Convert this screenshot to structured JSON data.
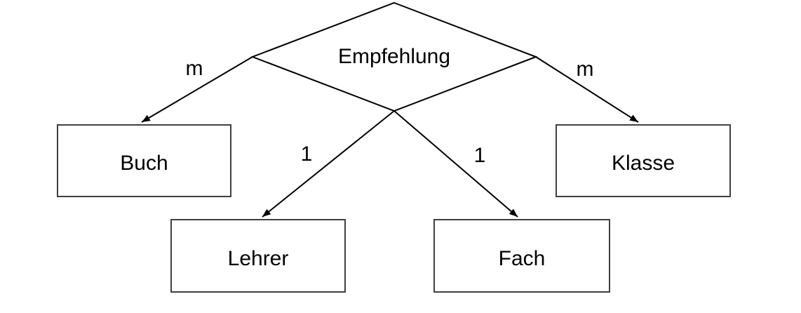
{
  "diagram": {
    "type": "entity-relationship",
    "colors": {
      "background": "#ffffff",
      "line": "#000000",
      "entity_border": "#404040",
      "text": "#000000"
    },
    "relationship": {
      "label": "Empfehlung",
      "shape": "diamond"
    },
    "entities": [
      {
        "id": "buch",
        "label": "Buch"
      },
      {
        "id": "klasse",
        "label": "Klasse"
      },
      {
        "id": "lehrer",
        "label": "Lehrer"
      },
      {
        "id": "fach",
        "label": "Fach"
      }
    ],
    "edges": [
      {
        "from": "Empfehlung",
        "to": "Buch",
        "cardinality": "m",
        "arrow": "points-to-entity"
      },
      {
        "from": "Empfehlung",
        "to": "Klasse",
        "cardinality": "m",
        "arrow": "points-to-entity"
      },
      {
        "from": "Empfehlung",
        "to": "Lehrer",
        "cardinality": "1",
        "arrow": "points-to-entity"
      },
      {
        "from": "Empfehlung",
        "to": "Fach",
        "cardinality": "1",
        "arrow": "points-to-entity"
      }
    ]
  }
}
